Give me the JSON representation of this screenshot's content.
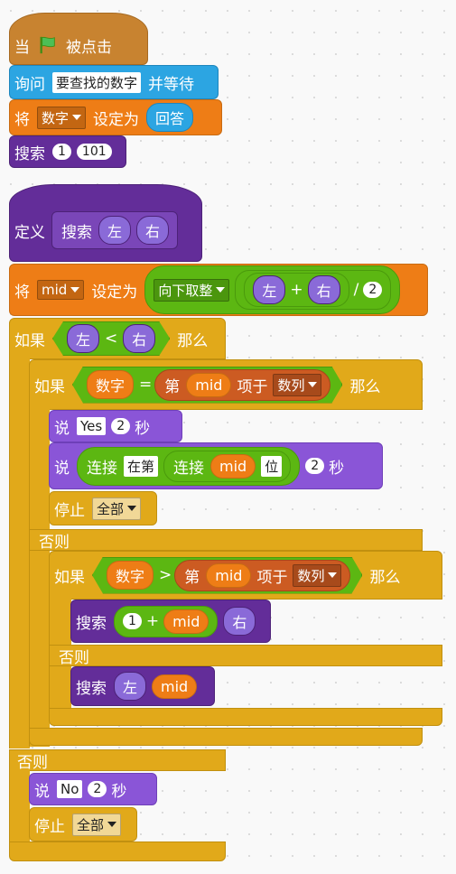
{
  "when_flag": {
    "when": "当",
    "clicked": "被点击"
  },
  "ask": {
    "label": "询问",
    "prompt": "要查找的数字",
    "wait": "并等待"
  },
  "set_number": {
    "set": "将",
    "var": "数字",
    "to": "设定为",
    "answer": "回答"
  },
  "call_search_1": {
    "label": "搜索",
    "arg1": "1",
    "arg2": "101"
  },
  "define": {
    "label": "定义",
    "name": "搜索",
    "p1": "左",
    "p2": "右"
  },
  "set_mid": {
    "set": "将",
    "var": "mid",
    "to": "设定为",
    "func": "向下取整",
    "left": "左",
    "plus": "+",
    "right": "右",
    "div": "/",
    "two": "2"
  },
  "if_outer": {
    "if": "如果",
    "left": "左",
    "lt": "<",
    "right": "右",
    "then": "那么",
    "else": "否则"
  },
  "if_eq": {
    "if": "如果",
    "num": "数字",
    "eq": "=",
    "item": "第",
    "mid": "mid",
    "of": "项于",
    "list": "数列",
    "then": "那么",
    "else": "否则"
  },
  "say_yes": {
    "say": "说",
    "text": "Yes",
    "secs": "2",
    "unit": "秒"
  },
  "say_join": {
    "say": "说",
    "join1": "连接",
    "t1": "在第",
    "join2": "连接",
    "mid": "mid",
    "t2": "位",
    "secs": "2",
    "unit": "秒"
  },
  "stop1": {
    "stop": "停止",
    "opt": "全部"
  },
  "if_gt": {
    "if": "如果",
    "num": "数字",
    "gt": ">",
    "item": "第",
    "mid": "mid",
    "of": "项于",
    "list": "数列",
    "then": "那么",
    "else": "否则"
  },
  "search_right": {
    "label": "搜索",
    "one": "1",
    "plus": "+",
    "mid": "mid",
    "right": "右"
  },
  "search_left": {
    "label": "搜索",
    "left": "左",
    "mid": "mid"
  },
  "say_no": {
    "say": "说",
    "text": "No",
    "secs": "2",
    "unit": "秒"
  },
  "stop2": {
    "stop": "停止",
    "opt": "全部"
  }
}
